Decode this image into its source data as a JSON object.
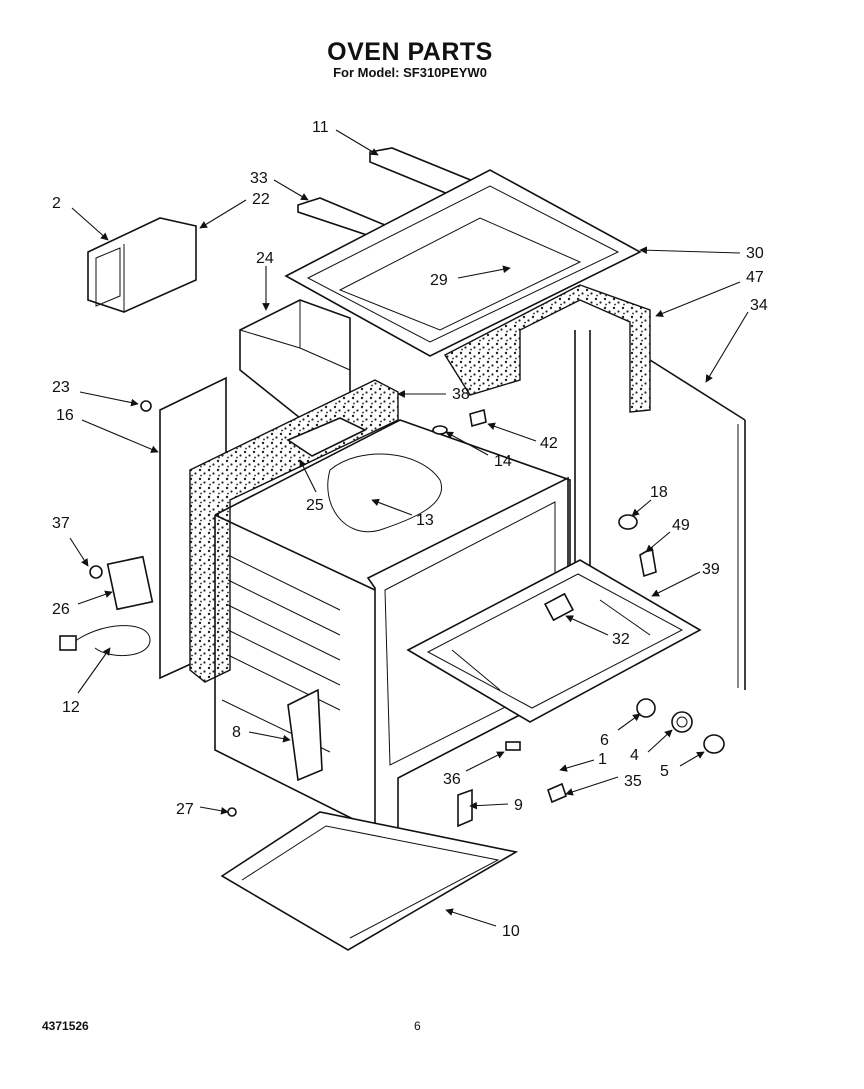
{
  "header": {
    "title": "OVEN PARTS",
    "subtitle": "For Model: SF310PEYW0"
  },
  "footer": {
    "doc_number": "4371526",
    "page_number": "6"
  },
  "callouts": [
    "11",
    "33",
    "22",
    "2",
    "30",
    "47",
    "24",
    "29",
    "34",
    "23",
    "38",
    "16",
    "42",
    "14",
    "18",
    "25",
    "13",
    "37",
    "49",
    "39",
    "26",
    "32",
    "12",
    "6",
    "8",
    "4",
    "5",
    "36",
    "1",
    "35",
    "9",
    "27",
    "10"
  ]
}
